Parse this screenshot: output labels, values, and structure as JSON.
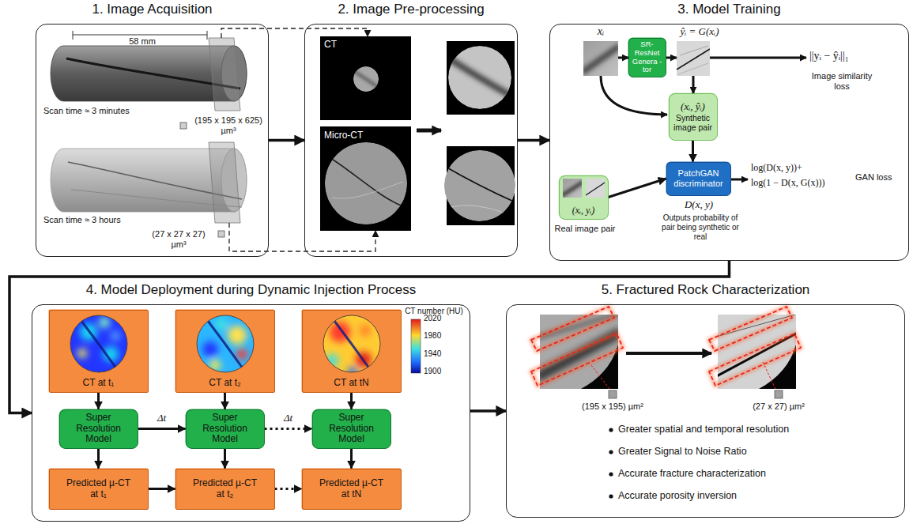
{
  "diagram": {
    "nodes": [
      {
        "text": [
          "1. Image Acquisition"
        ]
      },
      {
        "text": [
          "2. Image Pre-processing"
        ]
      },
      {
        "text": [
          "3. Model Training"
        ]
      },
      {
        "text": [
          "SR- ResNet Genera -tor"
        ],
        "in": 2
      },
      {
        "text": [
          "(xᵢ, ŷᵢ)",
          "Synthetic image pair"
        ],
        "in": 2
      },
      {
        "text": [
          "PatchGAN discriminator"
        ],
        "in": 2
      },
      {
        "text": [
          "(xᵢ, yᵢ)"
        ],
        "in": 2
      },
      {
        "text": [
          "4. Model Deployment during Dynamic Injection Process"
        ]
      },
      {
        "text": [
          "CT at t₁"
        ],
        "in": 7
      },
      {
        "text": [
          "CT at t₂"
        ],
        "in": 7
      },
      {
        "text": [
          "CT at tN"
        ],
        "in": 7
      },
      {
        "text": [
          "Super Resolution Model"
        ],
        "in": 7
      },
      {
        "text": [
          "Super Resolution Model"
        ],
        "in": 7
      },
      {
        "text": [
          "Super Resolution Model"
        ],
        "in": 7
      },
      {
        "text": [
          "Predicted µ-CT at t₁"
        ],
        "in": 7
      },
      {
        "text": [
          "Predicted µ-CT at t₂"
        ],
        "in": 7
      },
      {
        "text": [
          "Predicted µ-CT at tN"
        ],
        "in": 7
      },
      {
        "text": [
          "5. Fractured Rock Characterization"
        ]
      }
    ],
    "edges": [
      {
        "from": 0,
        "to": 1,
        "arrow": "to"
      },
      {
        "from": 1,
        "to": 2,
        "arrow": "to"
      },
      {
        "from": 2,
        "to": 7,
        "arrow": "to"
      },
      {
        "from": 7,
        "to": 17,
        "arrow": "to"
      },
      {
        "from": 4,
        "to": 5,
        "arrow": "to"
      },
      {
        "from": 6,
        "to": 5,
        "arrow": "to"
      },
      {
        "from": 8,
        "to": 11,
        "arrow": "to"
      },
      {
        "from": 9,
        "to": 12,
        "arrow": "to"
      },
      {
        "from": 10,
        "to": 13,
        "arrow": "to"
      },
      {
        "from": 11,
        "to": 14,
        "arrow": "to"
      },
      {
        "from": 12,
        "to": 15,
        "arrow": "to"
      },
      {
        "from": 13,
        "to": 16,
        "arrow": "to"
      },
      {
        "from": 11,
        "to": 12,
        "label": "Δt",
        "arrow": "to"
      },
      {
        "from": 12,
        "to": 13,
        "label": "Δt",
        "arrow": "to"
      },
      {
        "from": 14,
        "to": 15,
        "arrow": "to"
      },
      {
        "from": 15,
        "to": 16,
        "arrow": "to"
      }
    ],
    "labels": [
      "58 mm",
      "Scan time ≈ 3 minutes",
      "(195 x 195 x 625) µm³",
      "Scan time ≈ 3 hours",
      "(27 x 27 x 27) µm³",
      "CT",
      "Micro-CT",
      "xᵢ",
      "ŷᵢ = G(xᵢ)",
      "||yᵢ − ŷᵢ||₁",
      "Image similarity loss",
      "log(D(x, y))+",
      "log(1 − D(x, G(x)))",
      "GAN loss",
      "Real image pair",
      "D(x, y)",
      "Outputs probability of pair being synthetic or real",
      "CT number (HU)",
      "2020",
      "1980",
      "1940",
      "1900",
      "(195 x 195) µm²",
      "(27 x 27) µm²",
      "Greater spatial and temporal resolution",
      "Greater Signal to Noise Ratio",
      "Accurate fracture characterization",
      "Accurate porosity inversion"
    ]
  }
}
